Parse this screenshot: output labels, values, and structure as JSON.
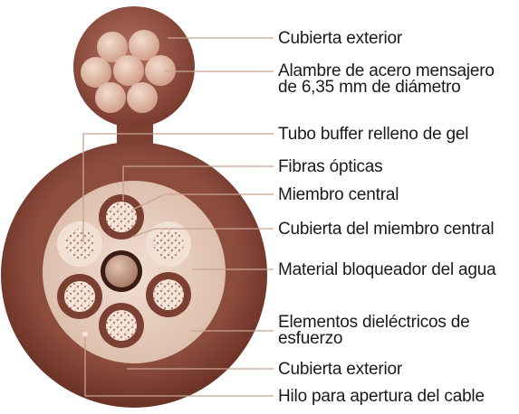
{
  "labels": {
    "cubierta_exterior_top": "Cubierta exterior",
    "alambre_line1": "Alambre de acero mensajero",
    "alambre_line2": "de 6,35 mm de diámetro",
    "tubo_buffer": "Tubo buffer relleno de gel",
    "fibras": "Fibras ópticas",
    "miembro_central": "Miembro central",
    "cubierta_miembro": "Cubierta del miembro central",
    "material_bloqueador": "Material bloqueador del agua",
    "elementos_line1": "Elementos dieléctricos de",
    "elementos_line2": "esfuerzo",
    "cubierta_exterior_bottom": "Cubierta exterior",
    "hilo": "Hilo para apertura del cable"
  },
  "colors": {
    "outer_jacket": "#8a4a3a",
    "outer_jacket_dark": "#6e3426",
    "core_fill": "#e9d2c3",
    "buffer_tube": "#7a3f31",
    "fiber_bundle": "#f2e3d8",
    "center_member": "#c79e88",
    "leader_line": "#c9a08e",
    "text": "#1a1a1a"
  }
}
